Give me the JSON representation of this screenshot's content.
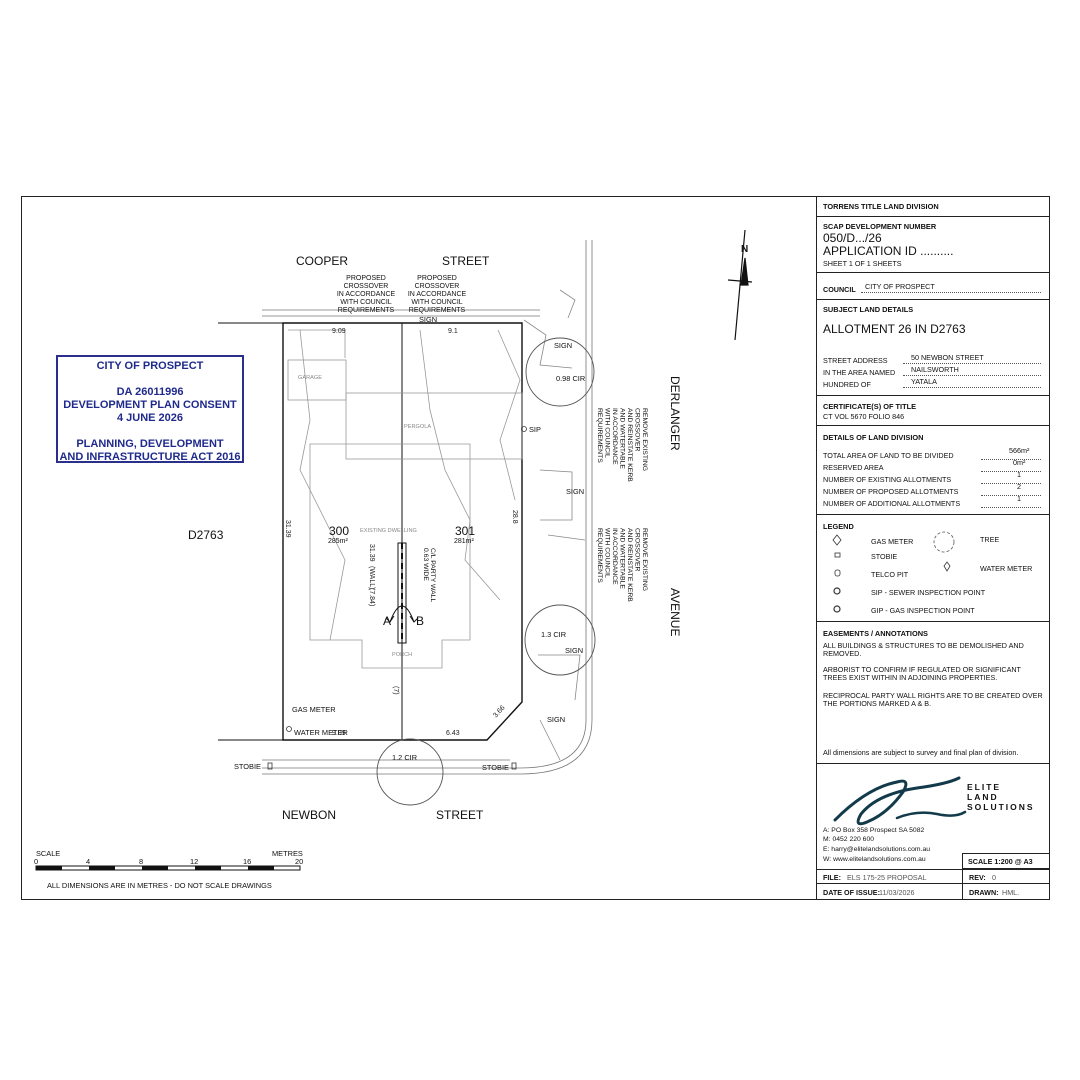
{
  "plan": {
    "streets": {
      "cooper": "COOPER",
      "cooper_street": "STREET",
      "newbon": "NEWBON",
      "newbon_street": "STREET",
      "derlanger": "DERLANGER",
      "avenue": "AVENUE"
    },
    "deposited_plan": "D2763",
    "lots": [
      {
        "number": "300",
        "area": "285m²"
      },
      {
        "number": "301",
        "area": "281m²"
      }
    ],
    "dimensions": {
      "top_left": "9.09",
      "top_right": "9.1",
      "bottom_left": "9.09",
      "bottom_right": "6.43",
      "left_side": "31.39",
      "right_side": "28.8",
      "corner": "3.66",
      "party_wall_len": "31.39",
      "wall": "(WALL)",
      "wall_len": "(7.84)",
      "seven": "(7)"
    },
    "labels": {
      "garage": "GARAGE",
      "pergola": "PERGOLA",
      "existing_dwelling": "EXISTING DWELLING",
      "porch": "PORCH",
      "party_wall": "C/L PARTY WALL",
      "party_wall_width": "0.63 WIDE",
      "a": "A",
      "b": "B",
      "proposed_crossover_1": [
        "PROPOSED",
        "CROSSOVER",
        "IN ACCORDANCE",
        "WITH COUNCIL",
        "REQUIREMENTS"
      ],
      "proposed_crossover_2": [
        "PROPOSED",
        "CROSSOVER",
        "IN ACCORDANCE",
        "WITH COUNCIL",
        "REQUIREMENTS"
      ],
      "remove_crossover": [
        "REMOVE EXISTING",
        "CROSSOVER",
        "AND REINSTATE KERB",
        "AND WATERTABLE",
        "IN ACCORDANCE",
        "WITH COUNCIL",
        "REQUIREMENTS"
      ],
      "sign": "SIGN",
      "sip": "SIP",
      "tree_1": "0.98 CIR",
      "tree_2": "1.3 CIR",
      "tree_3": "1.2 CIR",
      "stobie": "STOBIE",
      "gas_meter": "GAS METER",
      "water_meter": "WATER METER"
    },
    "scale_bar": {
      "title": "SCALE",
      "units": "METRES",
      "ticks": [
        "0",
        "4",
        "8",
        "12",
        "16",
        "20"
      ],
      "note": "ALL DIMENSIONS ARE IN METRES - DO NOT SCALE DRAWINGS"
    },
    "north": "N"
  },
  "stamp": {
    "line1": "CITY OF PROSPECT",
    "line2": "DA 26011996",
    "line3": "DEVELOPMENT PLAN CONSENT",
    "line4": "4 JUNE 2026",
    "line5": "PLANNING, DEVELOPMENT",
    "line6": "AND INFRASTRUCTURE ACT 2016",
    "color": "#1f2a8c"
  },
  "title_block": {
    "title": "TORRENS TITLE LAND DIVISION",
    "scap_heading": "SCAP DEVELOPMENT NUMBER",
    "scap_number": "050/D.../26",
    "application_id": "APPLICATION ID ..........",
    "sheet": "SHEET 1 OF 1 SHEETS",
    "council_label": "COUNCIL",
    "council_value": "CITY OF PROSPECT",
    "subject_heading": "SUBJECT LAND DETAILS",
    "allotment": "ALLOTMENT 26 IN D2763",
    "street_address_label": "STREET ADDRESS",
    "street_address_value": "50 NEWBON STREET",
    "area_named_label": "IN THE AREA NAMED",
    "area_named_value": "NAILSWORTH",
    "hundred_label": "HUNDRED OF",
    "hundred_value": "YATALA",
    "certificate_heading": "CERTIFICATE(S) OF TITLE",
    "certificate_value": "CT VOL 5670 FOLIO 846",
    "division_heading": "DETAILS OF LAND DIVISION",
    "division_rows": [
      {
        "label": "TOTAL AREA OF LAND TO BE DIVIDED",
        "value": "566m²"
      },
      {
        "label": "RESERVED AREA",
        "value": "0m²"
      },
      {
        "label": "NUMBER OF EXISTING ALLOTMENTS",
        "value": "1"
      },
      {
        "label": "NUMBER OF PROPOSED ALLOTMENTS",
        "value": "2"
      },
      {
        "label": "NUMBER OF ADDITIONAL ALLOTMENTS",
        "value": "1"
      }
    ],
    "legend_heading": "LEGEND",
    "legend": {
      "gas_meter": "GAS METER",
      "tree": "TREE",
      "stobie": "STOBIE",
      "telco_pit": "TELCO PIT",
      "water_meter": "WATER METER",
      "sip": "SIP -  SEWER INSPECTION POINT",
      "gip": "GIP -  GAS INSPECTION POINT"
    },
    "easements_heading": "EASEMENTS / ANNOTATIONS",
    "notes": [
      "ALL BUILDINGS & STRUCTURES TO BE DEMOLISHED AND REMOVED.",
      "ARBORIST TO CONFIRM IF REGULATED OR SIGNIFICANT TREES EXIST WITHIN IN ADJOINING PROPERTIES.",
      "RECIPROCAL PARTY WALL RIGHTS ARE TO BE CREATED OVER THE PORTIONS MARKED A & B."
    ],
    "dimensions_note": "All dimensions are subject to survey and final plan of division.",
    "company": [
      "ELITE",
      "LAND",
      "SOLUTIONS"
    ],
    "logo_text": "els",
    "contact": [
      "A: PO Box 358 Prospect SA 5082",
      "M: 0452 220 600",
      "E: harry@elitelandsolutions.com.au",
      "W: www.elitelandsolutions.com.au"
    ],
    "scale": "SCALE 1:200 @ A3",
    "file_label": "FILE:",
    "file_value": "ELS 175-25 PROPOSAL",
    "rev_label": "REV:",
    "rev_value": "0",
    "date_label": "DATE OF ISSUE:",
    "date_value": "11/03/2026",
    "drawn_label": "DRAWN:",
    "drawn_value": "HML."
  }
}
